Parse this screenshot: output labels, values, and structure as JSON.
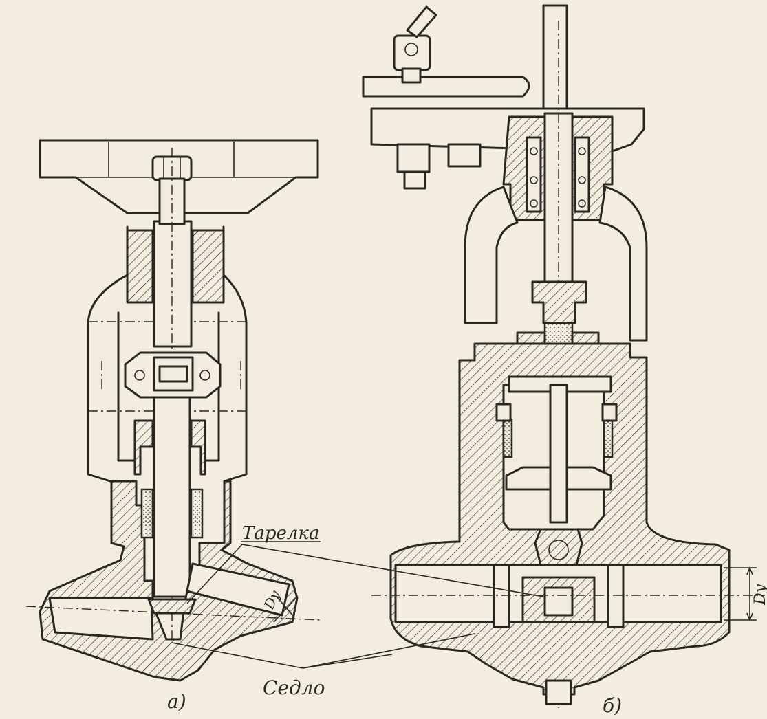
{
  "labels": {
    "disc": "Тарелка",
    "seat": "Седло",
    "nominal_diameter": "Dу",
    "nominal_diameter_right": "Dу",
    "fig_a": "а)",
    "fig_b": "б)"
  },
  "colors": {
    "paper": "#f3ede0",
    "ink": "#2a2622"
  }
}
